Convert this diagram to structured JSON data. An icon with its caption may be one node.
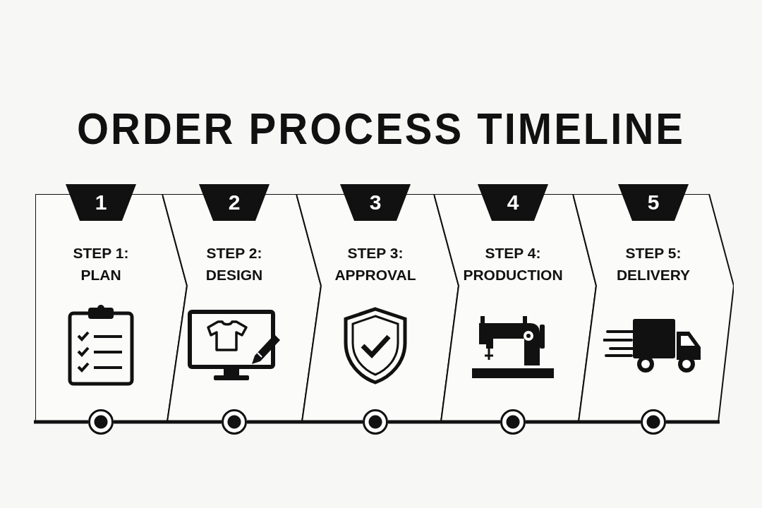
{
  "diagram": {
    "title": "ORDER PROCESS TIMELINE",
    "nodes": [
      {
        "text": [
          "STEP 1: PLAN"
        ]
      },
      {
        "text": [
          "1"
        ]
      },
      {
        "text": [
          "STEP 2: DESIGN"
        ]
      },
      {
        "text": [
          "2"
        ]
      },
      {
        "text": [
          "STEP 3: APPROVAL"
        ]
      },
      {
        "text": [
          "3"
        ]
      },
      {
        "text": [
          "STEP 4: PRODUCTION"
        ]
      },
      {
        "text": [
          "4"
        ]
      },
      {
        "text": [
          "STEP 5: DELIVERY"
        ]
      },
      {
        "text": [
          "5"
        ]
      },
      {
        "text": [],
        "shape": "circle"
      },
      {
        "text": [],
        "shape": "circle"
      },
      {
        "text": [],
        "shape": "circle"
      },
      {
        "text": [],
        "shape": "circle"
      },
      {
        "text": [],
        "shape": "circle"
      }
    ],
    "edges": [
      {
        "from": 10,
        "to": 11,
        "arrow": "none"
      },
      {
        "from": 11,
        "to": 12,
        "arrow": "none"
      },
      {
        "from": 12,
        "to": 13,
        "arrow": "none"
      },
      {
        "from": 13,
        "to": 14,
        "arrow": "none"
      }
    ]
  }
}
